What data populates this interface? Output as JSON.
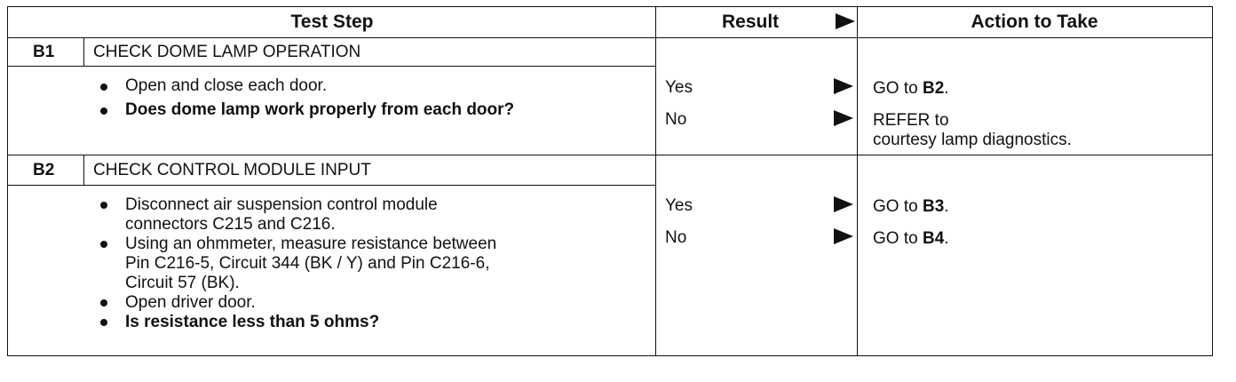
{
  "header": {
    "test_step": "Test Step",
    "result": "Result",
    "action": "Action to Take"
  },
  "steps": [
    {
      "id": "B1",
      "title": "CHECK DOME LAMP OPERATION",
      "bullets": [
        "Open and close each door.",
        "Does dome lamp work properly from each door?"
      ],
      "results": [
        {
          "result": "Yes",
          "action_prefix": "GO to ",
          "action_ref": "B2",
          "action_suffix": "."
        },
        {
          "result": "No",
          "action_line1": "REFER to",
          "action_line2": "courtesy lamp diagnostics."
        }
      ]
    },
    {
      "id": "B2",
      "title": "CHECK CONTROL MODULE INPUT",
      "bullets": [
        [
          "Disconnect air suspension control module",
          "connectors C215 and C216."
        ],
        [
          "Using an ohmmeter, measure resistance between",
          "Pin C216-5, Circuit 344 (BK / Y) and Pin C216-6,",
          "Circuit 57 (BK)."
        ],
        [
          "Open driver door."
        ],
        [
          "Is resistance less than 5 ohms?"
        ]
      ],
      "results": [
        {
          "result": "Yes",
          "action_prefix": "GO to ",
          "action_ref": "B3",
          "action_suffix": "."
        },
        {
          "result": "No",
          "action_prefix": "GO to ",
          "action_ref": "B4",
          "action_suffix": "."
        }
      ]
    }
  ]
}
